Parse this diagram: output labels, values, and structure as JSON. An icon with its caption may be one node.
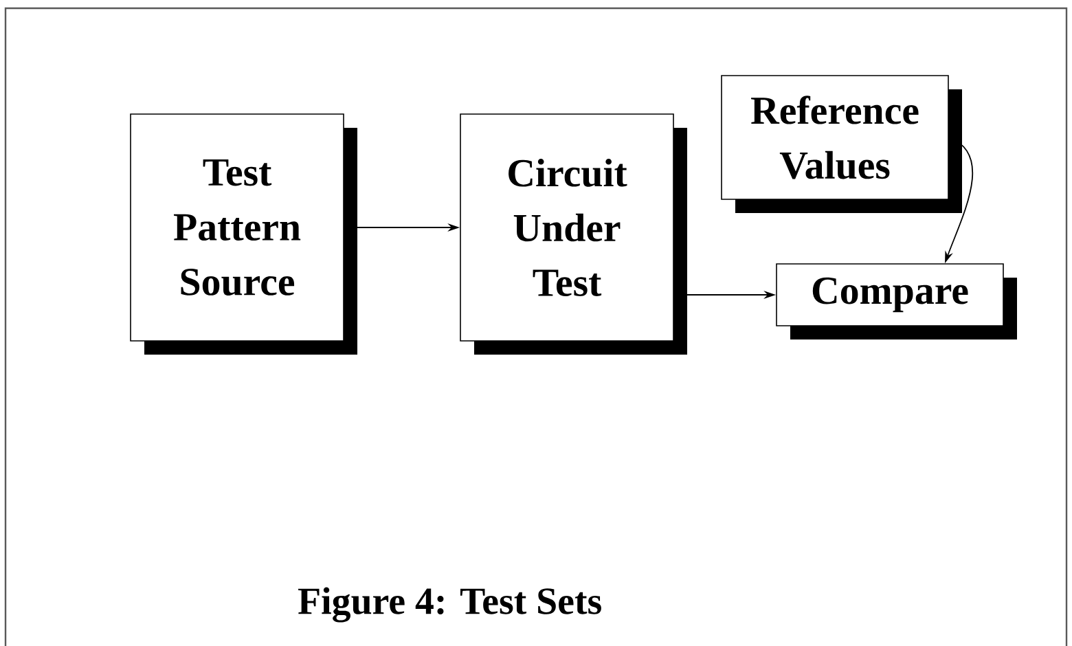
{
  "diagram": {
    "caption": "Figure 4: Test Sets",
    "nodes": [
      {
        "text": [
          "Test Pattern Source"
        ]
      },
      {
        "text": [
          "Circuit Under Test"
        ]
      },
      {
        "text": [
          "Reference Values"
        ]
      },
      {
        "text": [
          "Compare"
        ]
      }
    ],
    "edges": [
      {
        "from": 0,
        "to": 1,
        "arrow": "to"
      },
      {
        "from": 1,
        "to": 3,
        "arrow": "to"
      },
      {
        "from": 2,
        "to": 3,
        "arrow": "to"
      }
    ]
  }
}
